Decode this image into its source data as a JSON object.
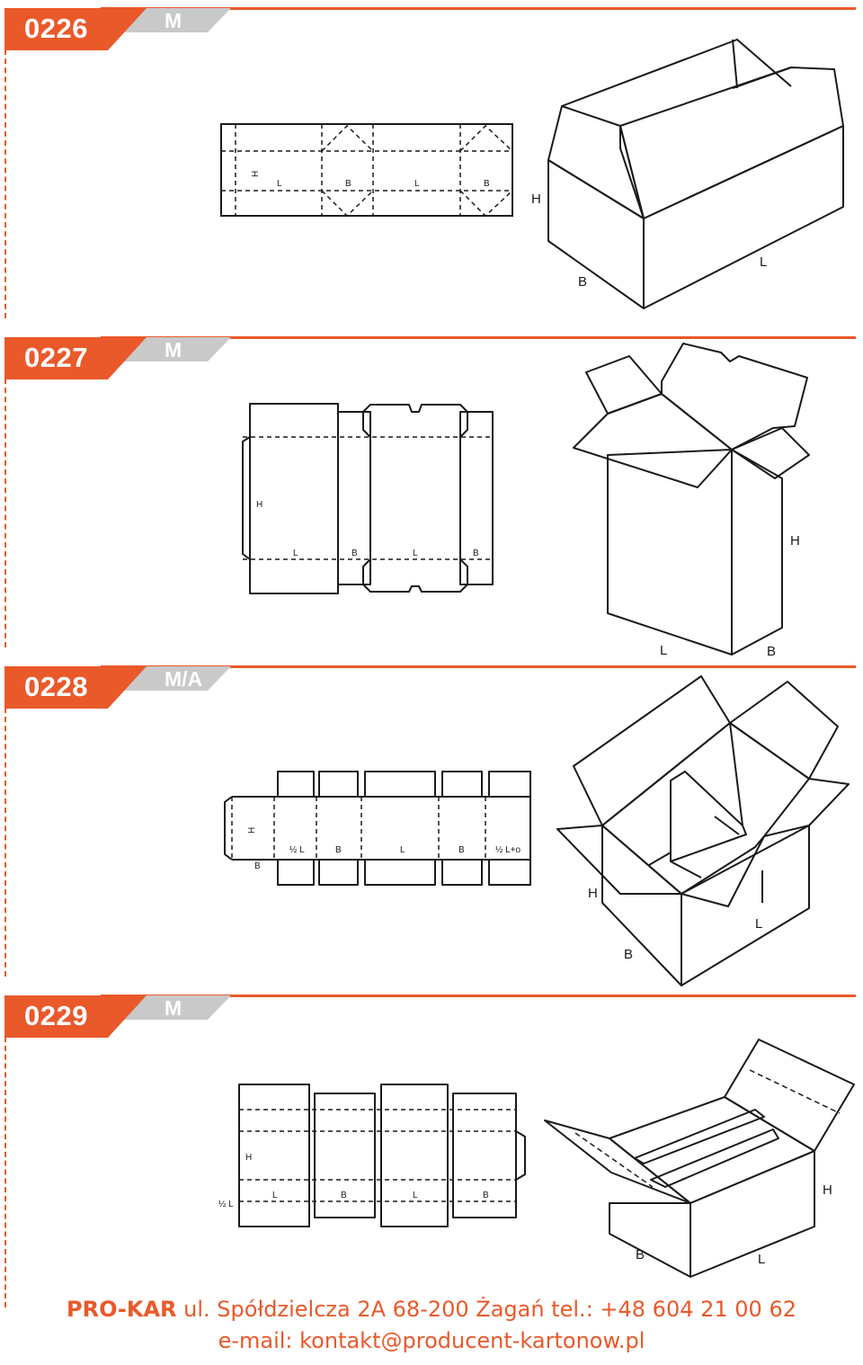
{
  "colors": {
    "accent": "#e9592a",
    "badge_gray": "#c9c9c9",
    "line": "#1a1a1a"
  },
  "sections": [
    {
      "code": "0226",
      "type": "M",
      "net_labels": [
        "H",
        "L",
        "B",
        "L",
        "B"
      ],
      "box_labels": [
        "H",
        "B",
        "L"
      ]
    },
    {
      "code": "0227",
      "type": "M",
      "net_labels": [
        "H",
        "L",
        "B",
        "L",
        "B"
      ],
      "box_labels": [
        "H",
        "L",
        "B"
      ]
    },
    {
      "code": "0228",
      "type": "M/A",
      "net_labels": [
        "H",
        "B",
        "½ L",
        "B",
        "L",
        "B",
        "½ L+o"
      ],
      "box_labels": [
        "H",
        "L",
        "B"
      ]
    },
    {
      "code": "0229",
      "type": "M",
      "net_labels": [
        "H",
        "½ L",
        "L",
        "B",
        "L",
        "B"
      ],
      "box_labels": [
        "H",
        "B",
        "L"
      ]
    }
  ],
  "footer": {
    "brand": "PRO-KAR",
    "address": " ul. Spółdzielcza 2A 68-200 Żagań tel.: +48 604 21 00 62",
    "email": "e-mail: kontakt@producent-kartonow.pl"
  }
}
